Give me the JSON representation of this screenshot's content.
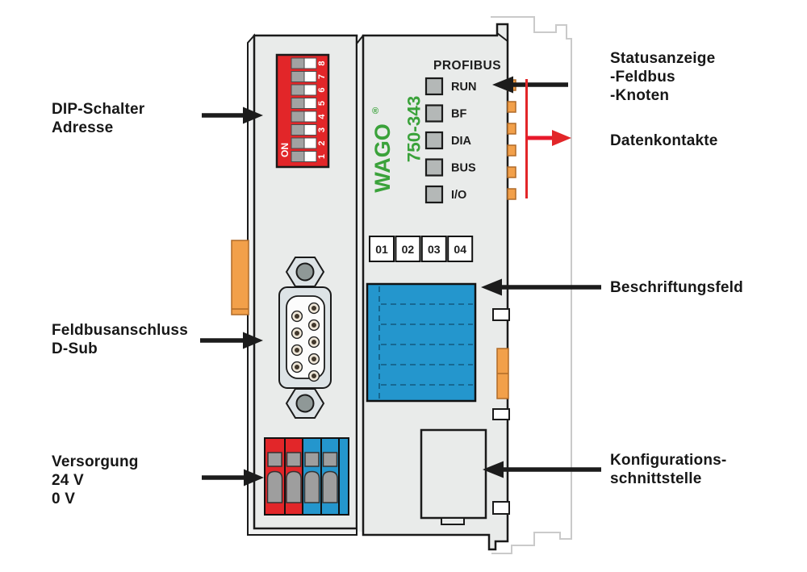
{
  "colors": {
    "housing": "#e9ebea",
    "bevel": "#f1f2f2",
    "outline": "#1a1a1a",
    "red": "#e22629",
    "blue": "#2496cd",
    "orange": "#f2a04a",
    "green": "#3aa23a",
    "ghost": "#cacaca",
    "led_gray": "#b4b8b7",
    "arrow_black": "#1c1c1c"
  },
  "device": {
    "brand": "WAGO",
    "registered_mark": "®",
    "model": "750-343",
    "protocol": "PROFIBUS",
    "leds": [
      {
        "label": "RUN"
      },
      {
        "label": "BF"
      },
      {
        "label": "DIA"
      },
      {
        "label": "BUS"
      },
      {
        "label": "I/O"
      }
    ],
    "dip": {
      "on_label": "ON",
      "positions": [
        "1",
        "2",
        "3",
        "4",
        "5",
        "6",
        "7",
        "8"
      ]
    },
    "markers": [
      {
        "label": "01"
      },
      {
        "label": "02"
      },
      {
        "label": "03"
      },
      {
        "label": "04"
      }
    ]
  },
  "annotations": {
    "left": [
      {
        "text": "DIP-Schalter\nAdresse"
      },
      {
        "text": "Feldbusanschluss\nD-Sub"
      },
      {
        "text": "Versorgung\n24 V\n0 V"
      }
    ],
    "right": [
      {
        "text": "Statusanzeige\n-Feldbus\n-Knoten"
      },
      {
        "text": "Datenkontakte"
      },
      {
        "text": "Beschriftungsfeld"
      },
      {
        "text": "Konfigurations-\nschnittstelle"
      }
    ]
  }
}
